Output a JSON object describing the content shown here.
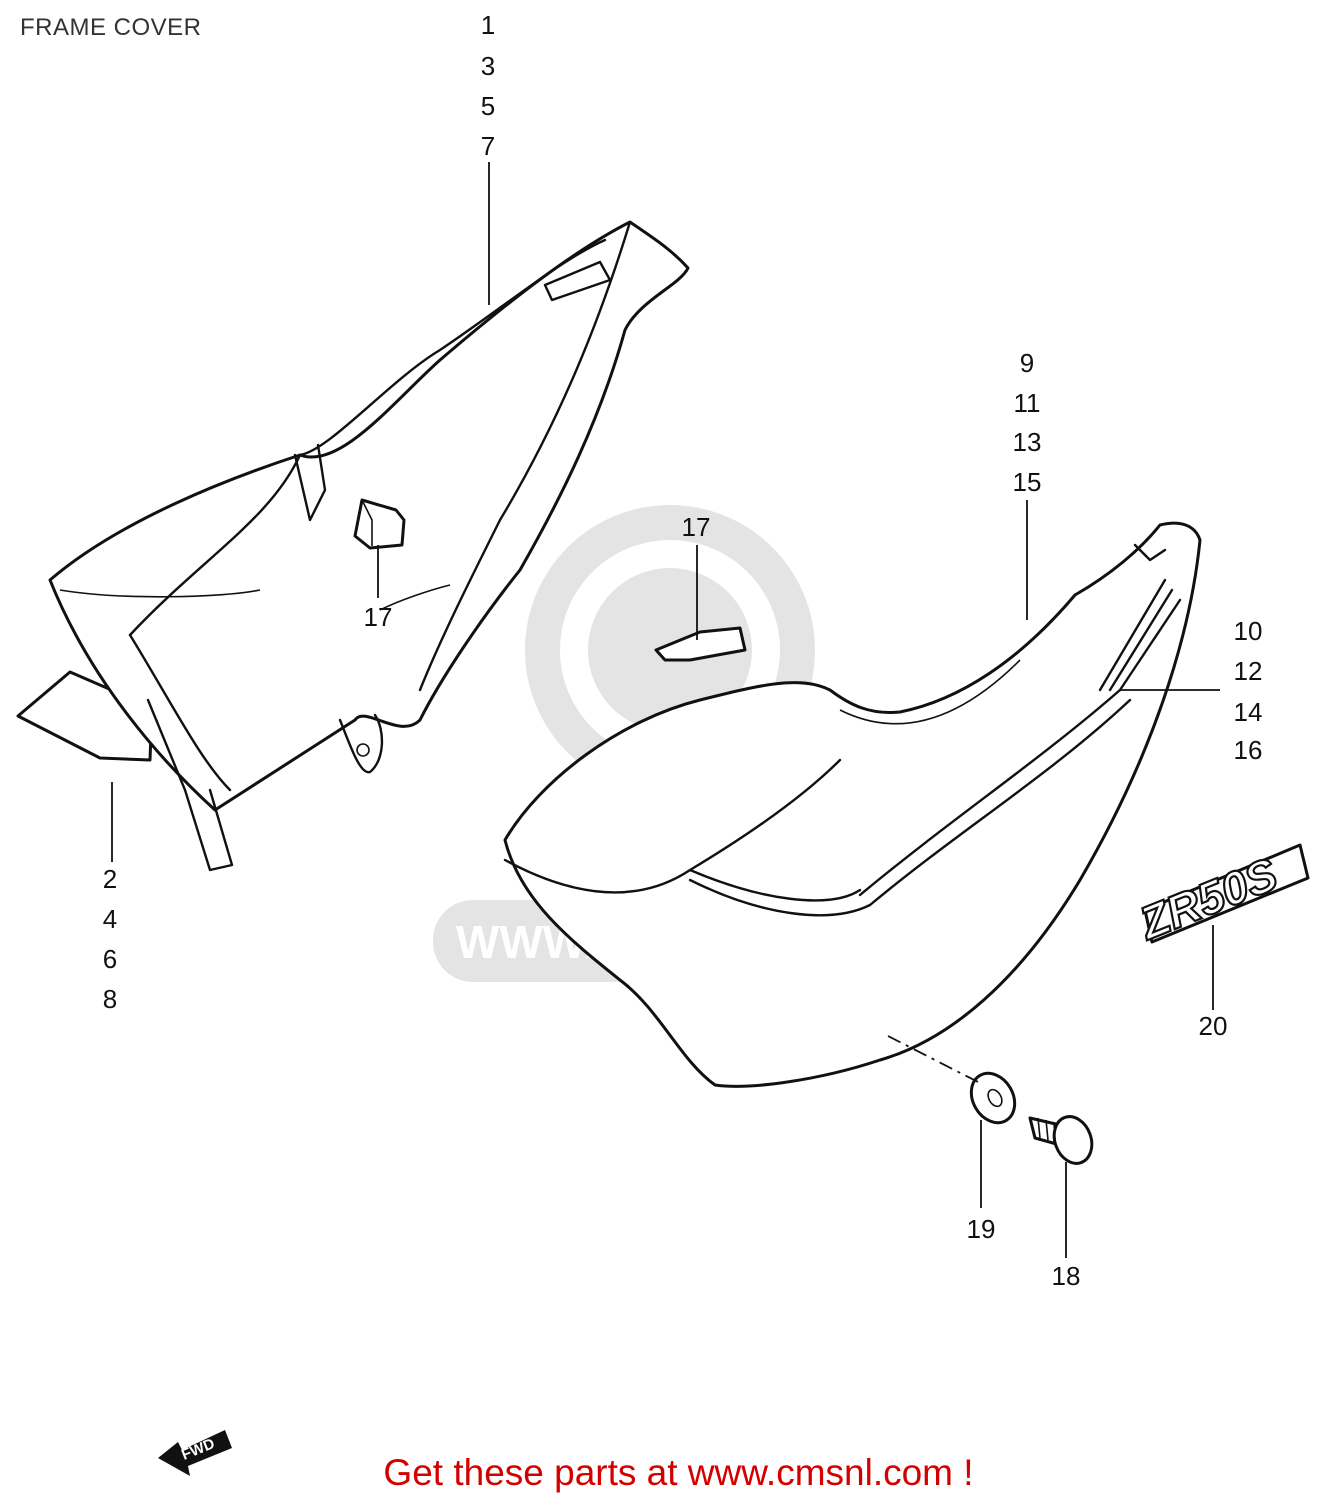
{
  "header": {
    "title": "FRAME COVER"
  },
  "watermark": {
    "text": "WWW.CMSNL.COM"
  },
  "callouts": {
    "left_cover_upper": [
      "1",
      "3",
      "5",
      "7"
    ],
    "left_cover_lower": [
      "2",
      "4",
      "6",
      "8"
    ],
    "right_cover_upper": [
      "9",
      "11",
      "13",
      "15"
    ],
    "right_cover_side": [
      "10",
      "12",
      "14",
      "16"
    ],
    "cushion_left": "17",
    "cushion_right": "17",
    "screw": "18",
    "washer": "19",
    "emblem": "20"
  },
  "emblem": {
    "text": "ZR50S"
  },
  "direction_marker": {
    "text": "FWD"
  },
  "footer": {
    "cta": "Get these parts at www.cmsnl.com !"
  },
  "colors": {
    "line": "#111111",
    "footer_cta": "#d40000",
    "watermark": "#e4e4e4"
  }
}
